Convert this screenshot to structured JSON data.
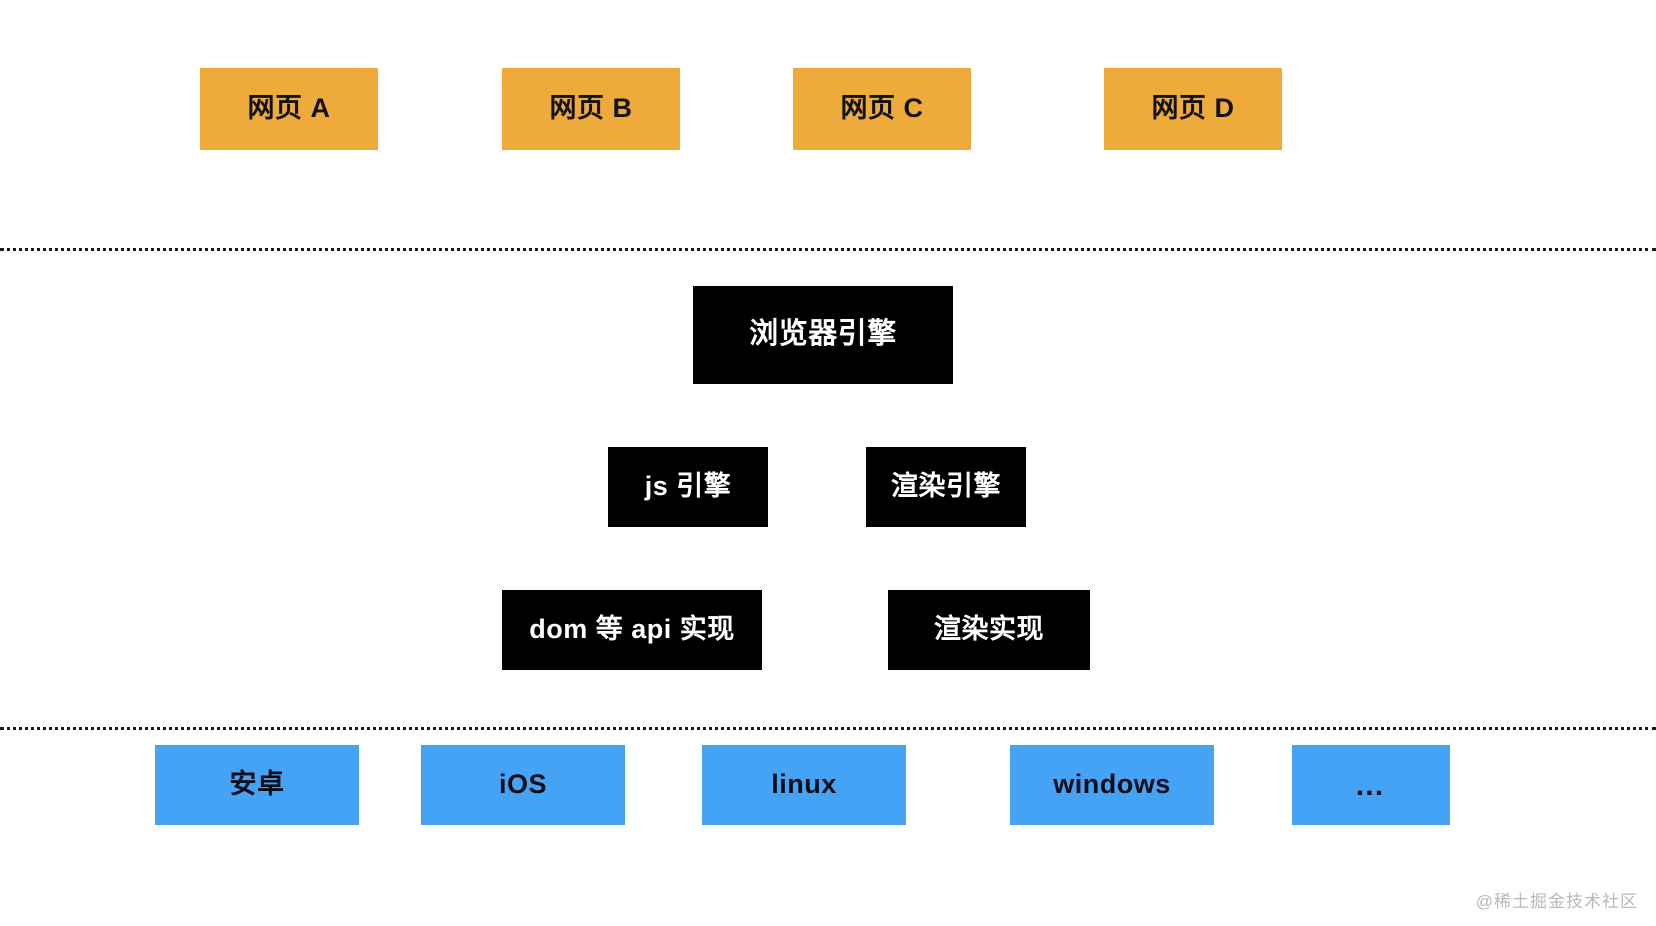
{
  "diagram": {
    "title": "browser architecture layers",
    "colors": {
      "page_fill": "#eeab3b",
      "engine_fill": "#000000",
      "os_fill": "#45a3f5",
      "divider": "#1a1a1a",
      "watermark": "#b9b9b9",
      "background": "#ffffff"
    },
    "layers": {
      "pages": {
        "name": "web-pages",
        "items": [
          {
            "label": "网页 A"
          },
          {
            "label": "网页 B"
          },
          {
            "label": "网页 C"
          },
          {
            "label": "网页 D"
          }
        ]
      },
      "engine": {
        "name": "browser-engine-stack",
        "level1": [
          {
            "label": "浏览器引擎"
          }
        ],
        "level2": [
          {
            "label": "js 引擎"
          },
          {
            "label": "渲染引擎"
          }
        ],
        "level3": [
          {
            "label": "dom 等 api 实现"
          },
          {
            "label": "渲染实现"
          }
        ]
      },
      "os": {
        "name": "operating-systems",
        "items": [
          {
            "label": "安卓"
          },
          {
            "label": "iOS"
          },
          {
            "label": "linux"
          },
          {
            "label": "windows"
          },
          {
            "label": "…"
          }
        ]
      }
    },
    "dividers": [
      {
        "name": "divider-pages-engine"
      },
      {
        "name": "divider-engine-os"
      }
    ],
    "watermark": "@稀土掘金技术社区"
  }
}
